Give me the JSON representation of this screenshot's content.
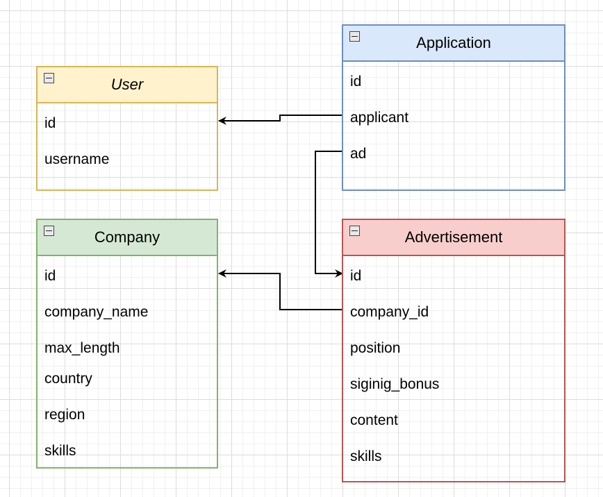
{
  "entities": {
    "user": {
      "title": "User",
      "fields": [
        "id",
        "username"
      ],
      "fill": "#fff2cc",
      "stroke": "#d6b656"
    },
    "application": {
      "title": "Application",
      "fields": [
        "id",
        "applicant",
        "ad"
      ],
      "fill": "#dae8fc",
      "stroke": "#6c8ebf"
    },
    "company": {
      "title": "Company",
      "fields": [
        "id",
        "company_name",
        "max_length",
        "country",
        "region",
        "skills"
      ],
      "fill": "#d5e8d4",
      "stroke": "#82b366"
    },
    "advertisement": {
      "title": "Advertisement",
      "fields": [
        "id",
        "company_id",
        "position",
        "siginig_bonus",
        "content",
        "skills"
      ],
      "fill": "#f8cecc",
      "stroke": "#b85450"
    }
  },
  "relations": [
    {
      "from": "application.applicant",
      "to": "user.id"
    },
    {
      "from": "application.ad",
      "to": "advertisement.id"
    },
    {
      "from": "advertisement.company_id",
      "to": "company.id"
    }
  ]
}
